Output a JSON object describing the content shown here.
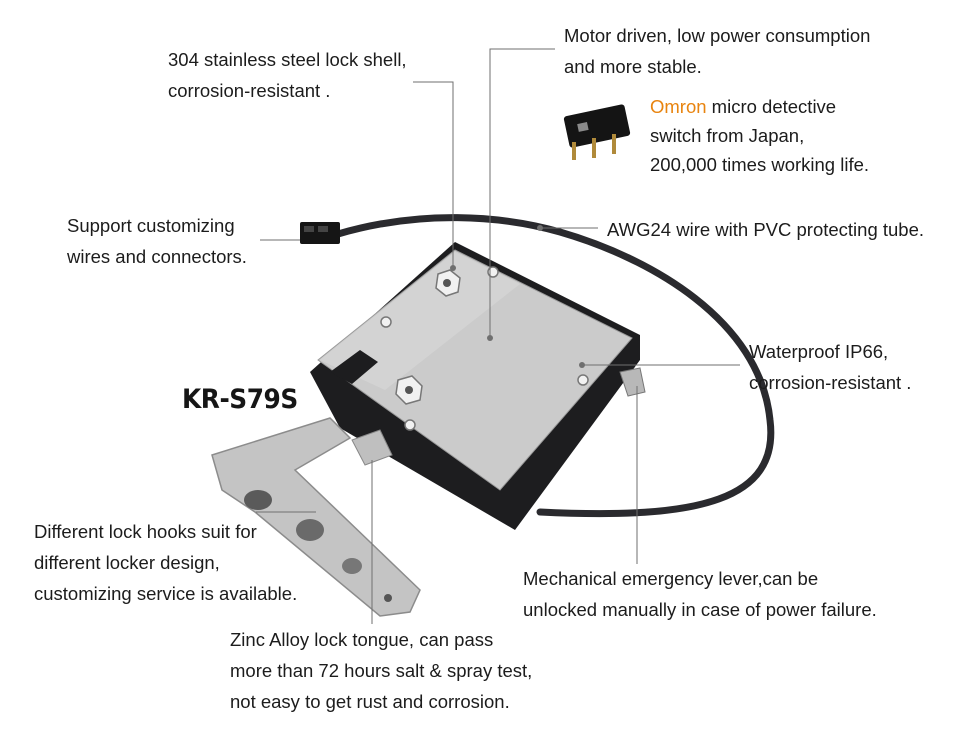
{
  "model": "KR-S79S",
  "colors": {
    "accent": "#e8840f",
    "text": "#1c1c1c",
    "steel": "#c9c9c9",
    "housing": "#1d1d1f"
  },
  "callouts": {
    "shell": [
      "304 stainless steel lock shell,",
      "corrosion-resistant ."
    ],
    "motor": [
      "Motor driven, low power consumption",
      "and more stable."
    ],
    "switch": {
      "brand": "Omron",
      "line1_rest": " micro detective",
      "line2": "switch from Japan,",
      "line3": "200,000 times working life."
    },
    "wires": [
      "Support customizing",
      "wires and connectors."
    ],
    "awg": [
      "AWG24 wire with PVC protecting tube."
    ],
    "waterproof": [
      "Waterproof IP66,",
      "corrosion-resistant ."
    ],
    "hooks": [
      "Different lock hooks suit for",
      "different locker design,",
      "customizing service is available."
    ],
    "emergency": [
      "Mechanical emergency lever,can be",
      "unlocked manually in case of power failure."
    ],
    "tongue": [
      "Zinc Alloy lock tongue, can pass",
      "more than 72 hours salt & spray test,",
      "not easy to get rust and corrosion."
    ]
  }
}
